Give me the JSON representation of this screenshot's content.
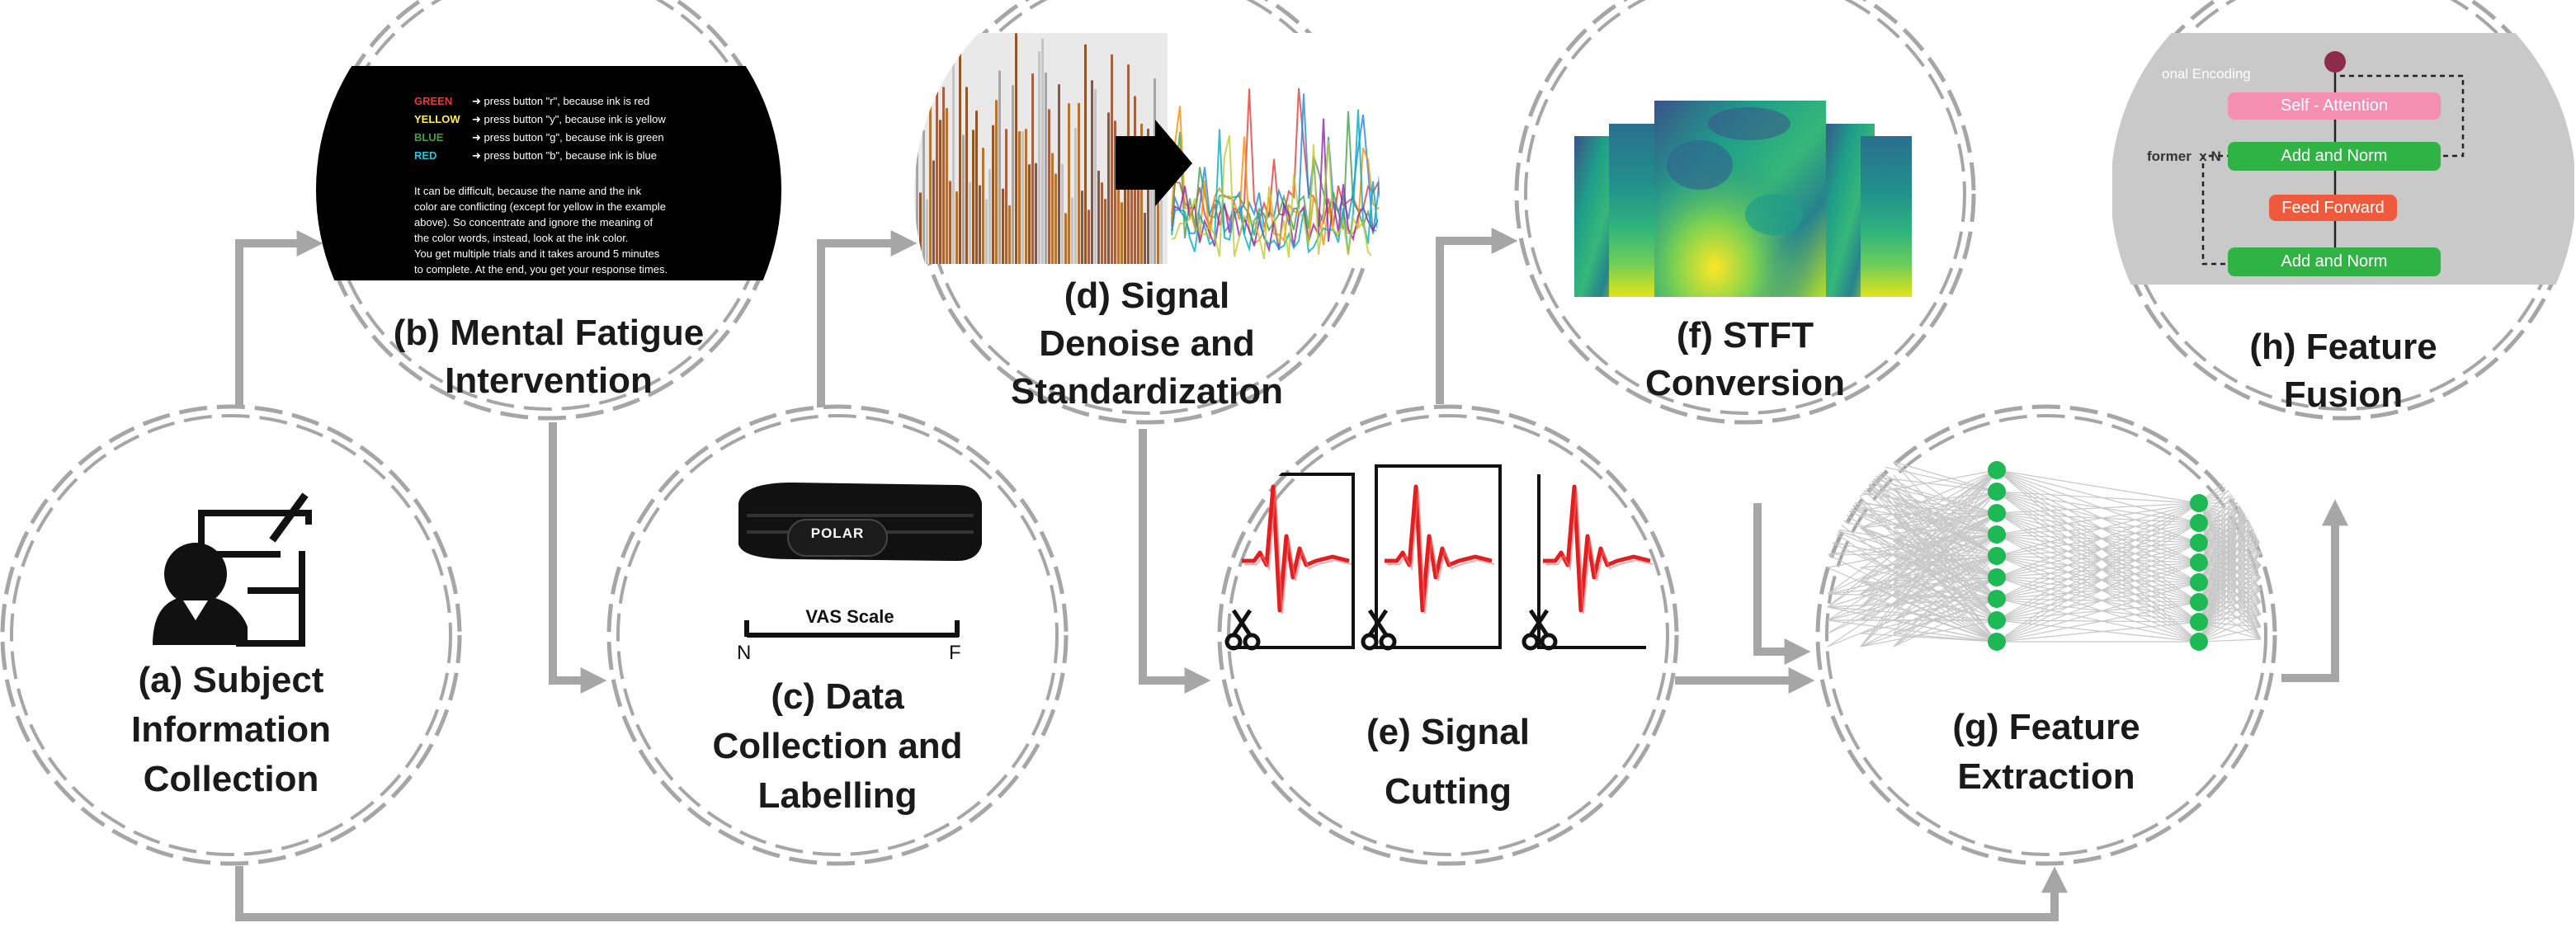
{
  "stages": [
    {
      "id": "a",
      "lines": [
        "(a) Subject",
        "Information",
        "Collection"
      ]
    },
    {
      "id": "b",
      "lines": [
        "(b) Mental Fatigue",
        "Intervention"
      ]
    },
    {
      "id": "c",
      "lines": [
        "(c) Data",
        "Collection and",
        "Labelling"
      ]
    },
    {
      "id": "d",
      "lines": [
        "(d) Signal",
        "Denoise and",
        "Standardization"
      ]
    },
    {
      "id": "e",
      "lines": [
        "(e) Signal",
        "Cutting"
      ]
    },
    {
      "id": "f",
      "lines": [
        "(f) STFT",
        "Conversion"
      ]
    },
    {
      "id": "g",
      "lines": [
        "(g) Feature",
        "Extraction"
      ]
    },
    {
      "id": "h",
      "lines": [
        "(h) Feature",
        "Fusion"
      ]
    }
  ],
  "stroop": {
    "rules": [
      {
        "word": "GREEN",
        "color": "#e53935",
        "text": "press button \"r\", because ink is red"
      },
      {
        "word": "YELLOW",
        "color": "#ffee58",
        "text": "press button \"y\", because ink is yellow"
      },
      {
        "word": "BLUE",
        "color": "#43a047",
        "text": "press button \"g\", because ink is green"
      },
      {
        "word": "RED",
        "color": "#26c6da",
        "text": "press button \"b\", because ink is blue"
      }
    ],
    "paragraph": [
      "It can be difficult, because the name and the ink",
      "color are conflicting (except for yellow in the example",
      "above). So concentrate and ignore the meaning of",
      "the color words, instead, look at the ink color.",
      "You get multiple trials and it takes around 5 minutes",
      "to complete. At the end, you get your response times."
    ]
  },
  "device": {
    "brand": "POLAR",
    "scale_title": "VAS Scale",
    "scale_left": "N",
    "scale_right": "F"
  },
  "transformer": {
    "encoding": "onal Encoding",
    "repeat": "former  x N",
    "blocks": [
      "Self - Attention",
      "Add and Norm",
      "Feed Forward",
      "Add and Norm"
    ]
  },
  "colors": {
    "arrow": "#a6a6a6",
    "ring": "#a6a6a6",
    "signal": "#e02020",
    "node": "#1db954"
  }
}
